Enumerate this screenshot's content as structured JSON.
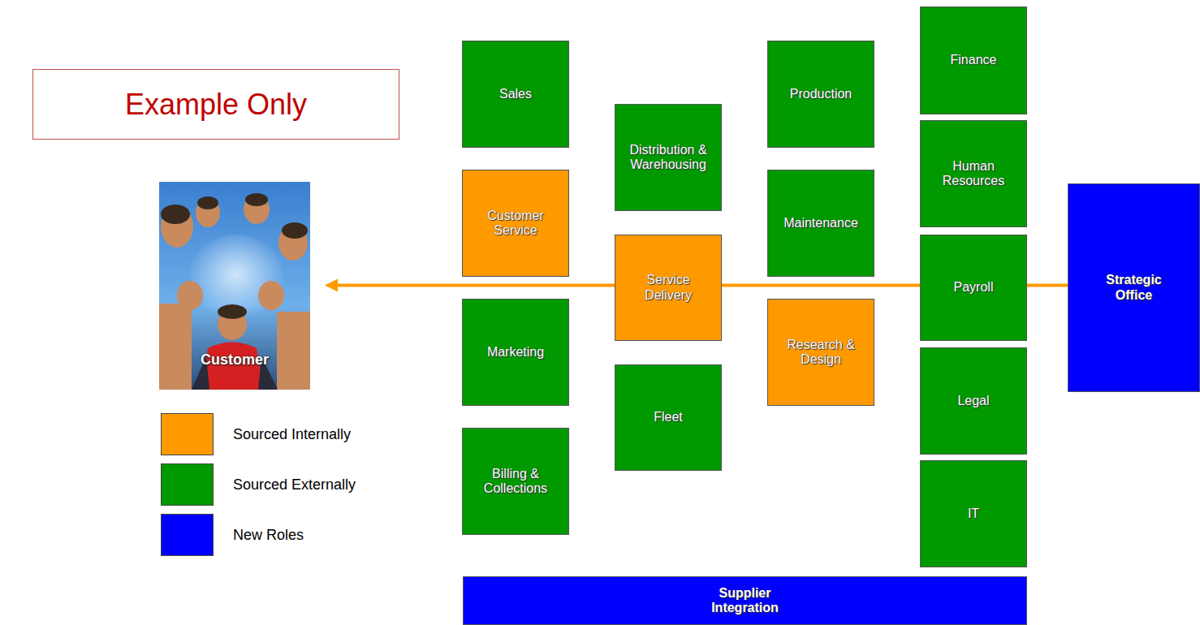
{
  "diagram": {
    "nodes": [
      {
        "text": [
          "Example Only"
        ]
      },
      {
        "text": [
          "Customer"
        ]
      },
      {
        "text": [
          "Sales"
        ]
      },
      {
        "text": [
          "Customer Service"
        ]
      },
      {
        "text": [
          "Marketing"
        ]
      },
      {
        "text": [
          "Billing & Collections"
        ]
      },
      {
        "text": [
          "Distribution & Warehousing"
        ]
      },
      {
        "text": [
          "Service Delivery"
        ]
      },
      {
        "text": [
          "Fleet"
        ]
      },
      {
        "text": [
          "Production"
        ]
      },
      {
        "text": [
          "Maintenance"
        ]
      },
      {
        "text": [
          "Research & Design"
        ]
      },
      {
        "text": [
          "Finance"
        ]
      },
      {
        "text": [
          "Human Resources"
        ]
      },
      {
        "text": [
          "Payroll"
        ]
      },
      {
        "text": [
          "Legal"
        ]
      },
      {
        "text": [
          "IT"
        ]
      },
      {
        "text": [
          "Strategic Office"
        ]
      },
      {
        "text": [
          "Supplier Integration"
        ]
      }
    ],
    "edges": [
      {
        "from": 17,
        "to": 1,
        "arrow": "to"
      }
    ],
    "legend": [
      {
        "text": "Sourced Internally",
        "color": "#FF9900"
      },
      {
        "text": "Sourced Externally",
        "color": "#009900"
      },
      {
        "text": "New Roles",
        "color": "#0000FF"
      }
    ]
  }
}
